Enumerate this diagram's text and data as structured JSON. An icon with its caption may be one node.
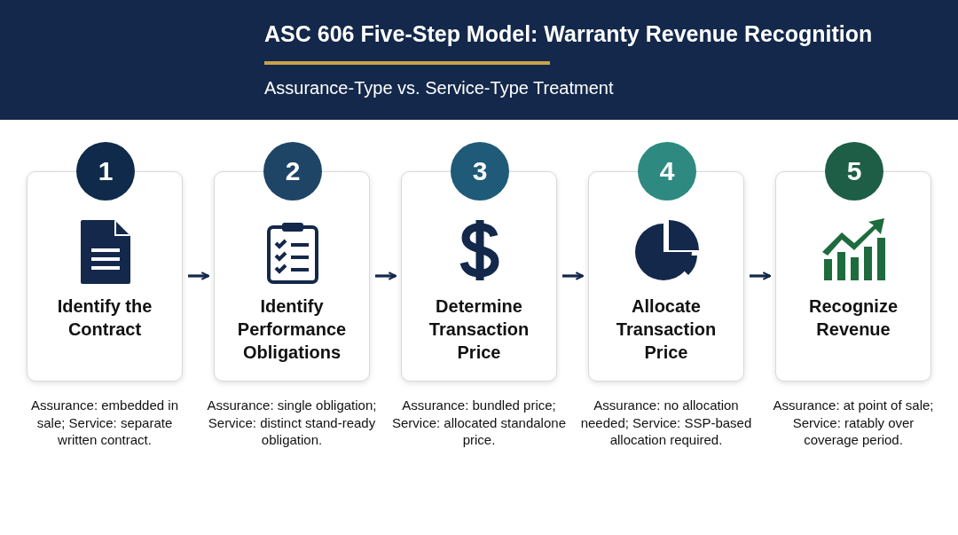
{
  "diagram": {
    "title": "ASC 606 Five-Step Model: Warranty Revenue Recognition",
    "caption": "Assurance-Type vs. Service-Type Treatment",
    "nodes": [
      {
        "text": [
          "1",
          "Identify the Contract"
        ],
        "beside": [
          "Assurance: embedded in sale; Service: separate written contract."
        ]
      },
      {
        "text": [
          "2",
          "Identify Performance Obligations"
        ],
        "beside": [
          "Assurance: single obligation; Service: distinct stand-ready obligation."
        ]
      },
      {
        "text": [
          "3",
          "Determine Transaction Price"
        ],
        "beside": [
          "Assurance: bundled price; Service: allocated standalone price."
        ]
      },
      {
        "text": [
          "4",
          "Allocate Transaction Price"
        ],
        "beside": [
          "Assurance: no allocation needed; Service: SSP-based allocation required."
        ]
      },
      {
        "text": [
          "5",
          "Recognize Revenue"
        ],
        "beside": [
          "Assurance: at point of sale; Service: ratably over coverage period."
        ]
      }
    ],
    "edges": [
      {
        "from": 0,
        "to": 1,
        "arrow": "to"
      },
      {
        "from": 1,
        "to": 2,
        "arrow": "to"
      },
      {
        "from": 2,
        "to": 3,
        "arrow": "to"
      },
      {
        "from": 3,
        "to": 4,
        "arrow": "to"
      }
    ]
  }
}
